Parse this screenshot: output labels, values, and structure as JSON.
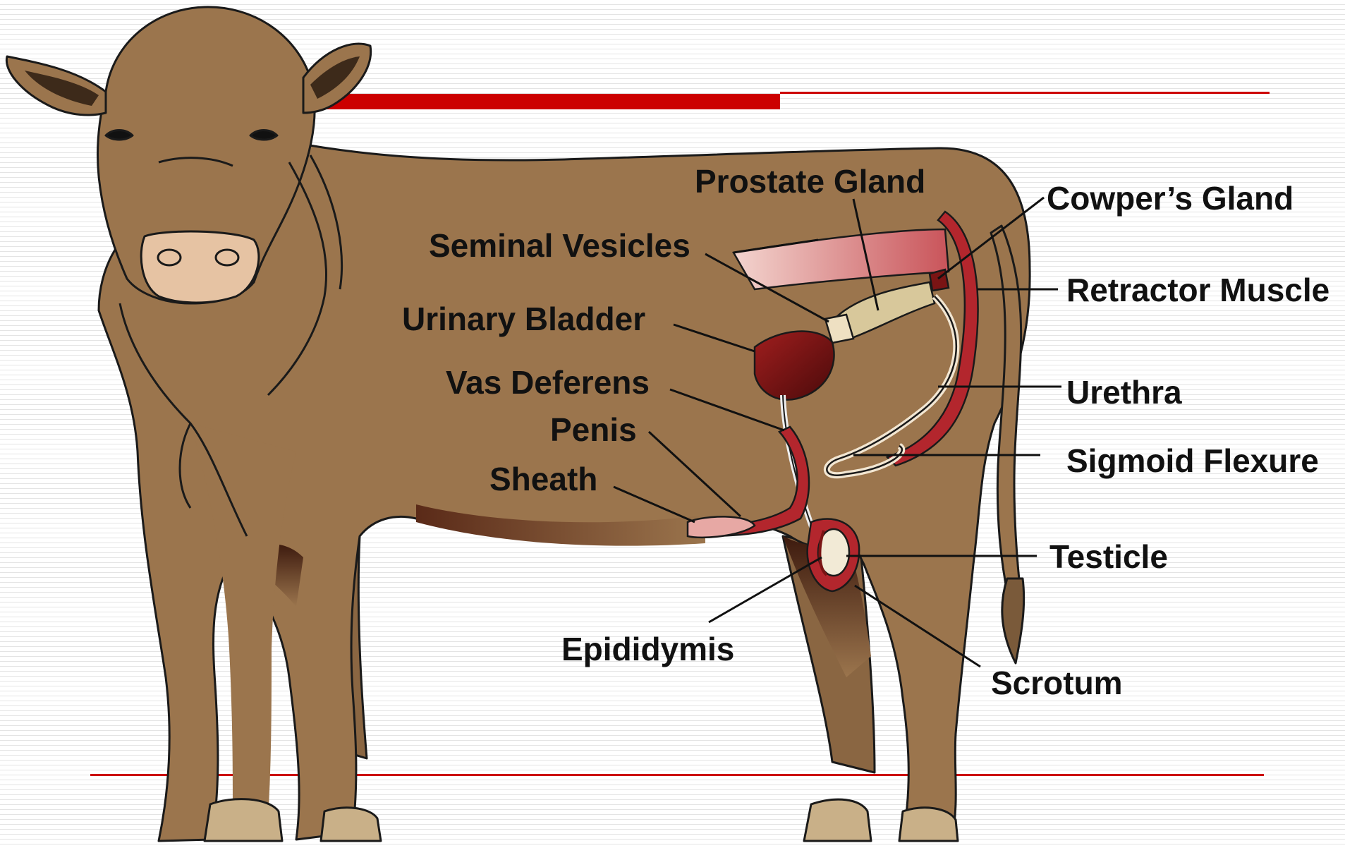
{
  "colors": {
    "accent": "#cc0000",
    "hide": "#9b754d",
    "outline": "#1a1a1a",
    "organ_dark": "#7a1414",
    "organ_red": "#b3262d",
    "tract_pink": "#e7a8a4",
    "gland_tan": "#d8c89b"
  },
  "labels": {
    "prostate_gland": "Prostate Gland",
    "cowpers_gland": "Cowper’s Gland",
    "seminal_vesicles": "Seminal Vesicles",
    "retractor_muscle": "Retractor Muscle",
    "urinary_bladder": "Urinary Bladder",
    "urethra": "Urethra",
    "vas_deferens": "Vas Deferens",
    "penis": "Penis",
    "sigmoid_flexure": "Sigmoid Flexure",
    "sheath": "Sheath",
    "testicle": "Testicle",
    "epididymis": "Epididymis",
    "scrotum": "Scrotum"
  }
}
